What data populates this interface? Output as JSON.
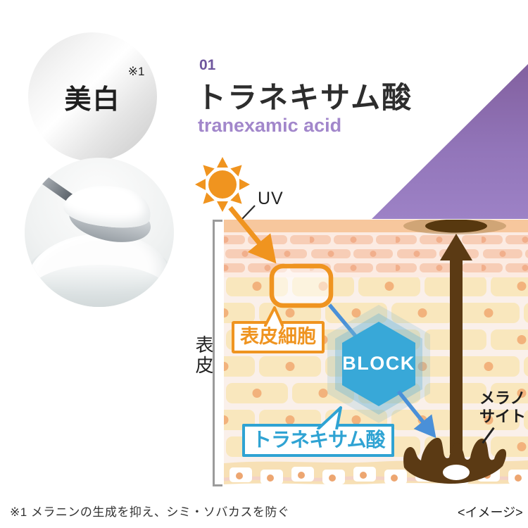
{
  "badge": {
    "label": "美白",
    "note_ref": "※1"
  },
  "header": {
    "number": "01",
    "title": "トラネキサム酸",
    "subtitle": "tranexamic acid"
  },
  "diagram": {
    "uv_label": "UV",
    "epidermis_bracket_label": "表皮",
    "epidermis_cell_label": "表皮細胞",
    "block_label": "BLOCK",
    "tranexamic_label": "トラネキサム酸",
    "melanocyte_label": {
      "line1": "メラノ",
      "line2": "サイト"
    }
  },
  "footer": {
    "note": "※1 メラニンの生成を抑え、シミ・ソバカスを防ぐ",
    "caption": "<イメージ>"
  },
  "colors": {
    "accent_orange": "#ef9420",
    "accent_blue": "#2fa3d3",
    "arrow_blue": "#4a90d8",
    "hexagon_blue": "#38a8d8",
    "purple_triangle": "#8a68ae",
    "header_number_purple": "#6f579e",
    "subtitle_purple": "#a287cb",
    "melanin_brown": "#5b3a14",
    "skin_surface": "#f7c79d",
    "pink_brick": "#f7cdb6",
    "cream_brick": "#f9e7bd"
  }
}
